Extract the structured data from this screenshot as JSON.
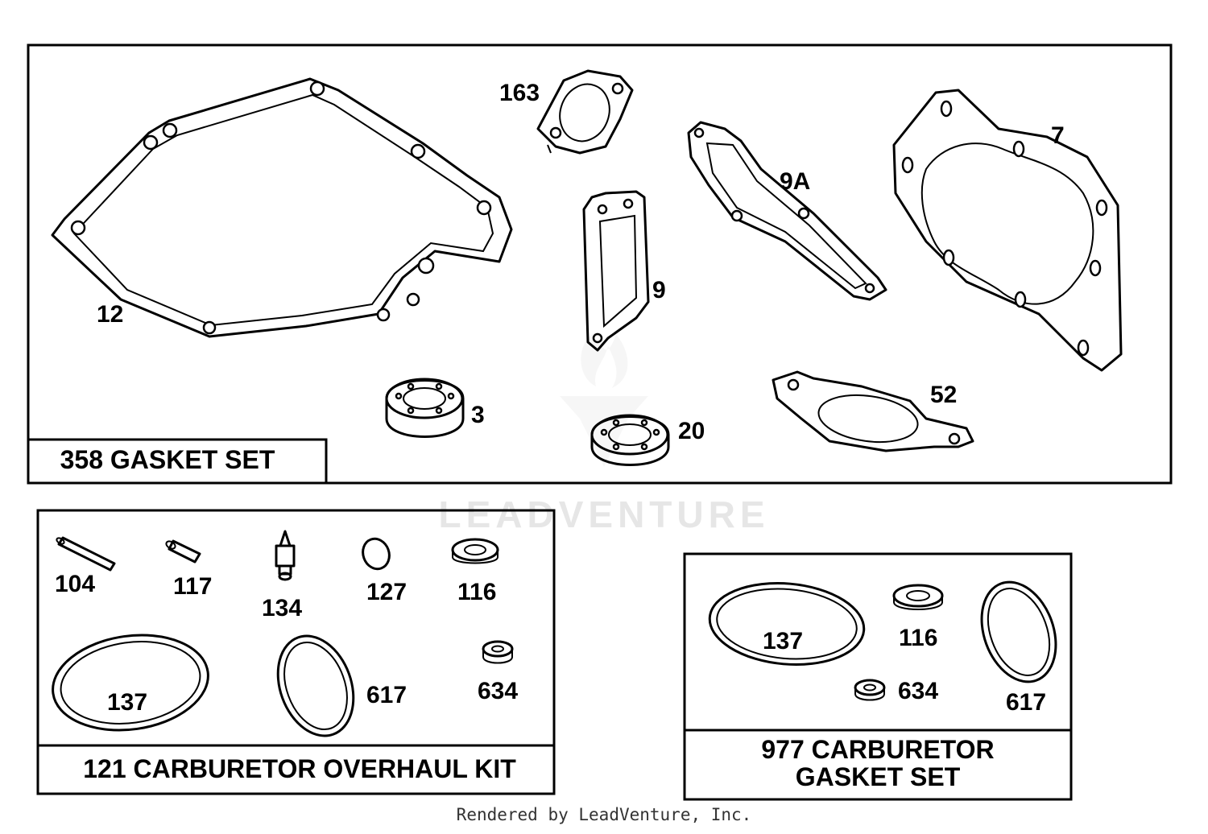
{
  "watermark": "LEADVENTURE",
  "footer": "Rendered by LeadVenture, Inc.",
  "panels": [
    {
      "id": "gasket-set",
      "title": "358 GASKET SET",
      "parts": [
        "12",
        "163",
        "9",
        "9A",
        "7",
        "3",
        "20",
        "52"
      ]
    },
    {
      "id": "carburetor-overhaul-kit",
      "title": "121 CARBURETOR OVERHAUL KIT",
      "parts": [
        "104",
        "117",
        "134",
        "127",
        "116",
        "137",
        "617",
        "634"
      ]
    },
    {
      "id": "carburetor-gasket-set",
      "title_line1": "977 CARBURETOR",
      "title_line2": "GASKET SET",
      "parts": [
        "137",
        "116",
        "617",
        "634"
      ]
    }
  ]
}
